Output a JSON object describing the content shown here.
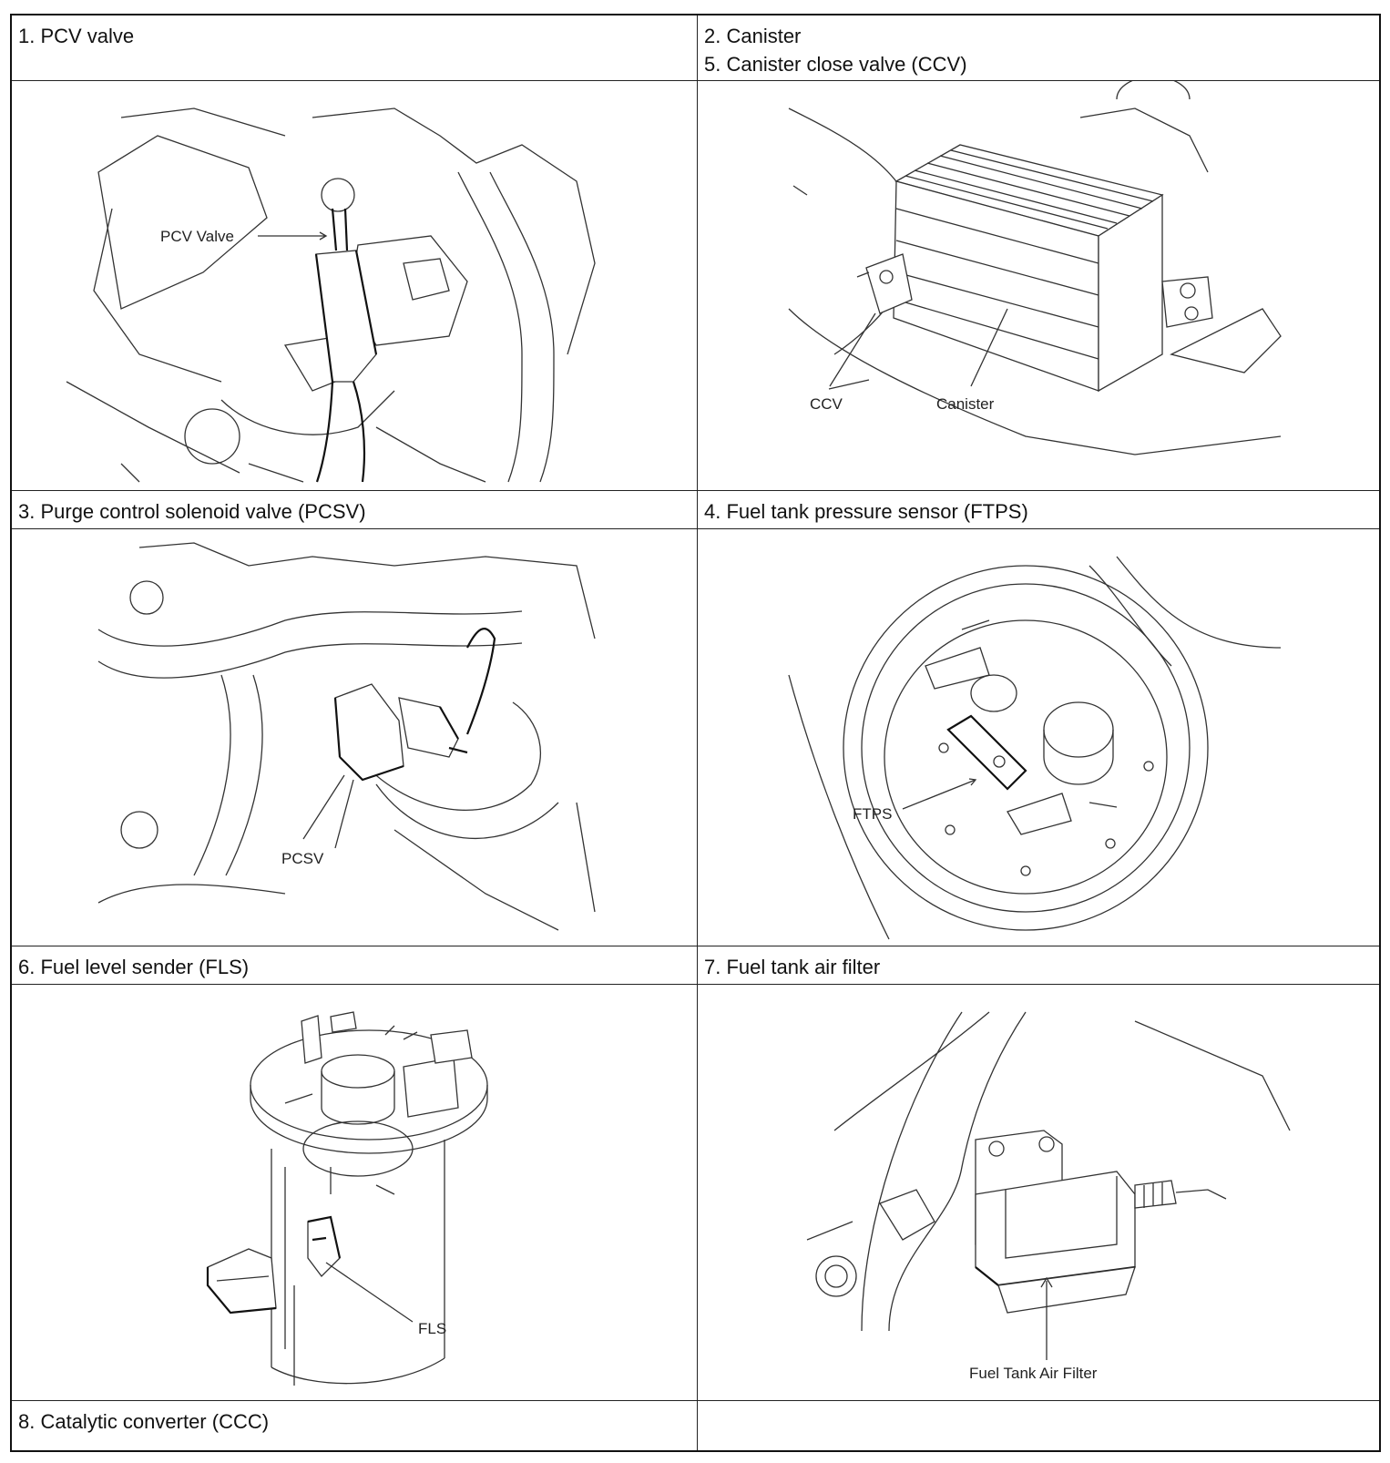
{
  "table": {
    "rows": [
      {
        "left": {
          "title_lines": [
            "1. PCV valve"
          ]
        },
        "right": {
          "title_lines": [
            "2. Canister",
            "5. Canister close valve (CCV)"
          ]
        }
      },
      {
        "left": {
          "title_lines": [
            "3. Purge control solenoid valve (PCSV)"
          ]
        },
        "right": {
          "title_lines": [
            "4. Fuel tank pressure sensor (FTPS)"
          ]
        }
      },
      {
        "left": {
          "title_lines": [
            "6. Fuel level sender (FLS)"
          ]
        },
        "right": {
          "title_lines": [
            "7. Fuel tank air filter"
          ]
        }
      },
      {
        "left": {
          "title_lines": [
            "8. Catalytic converter (CCC)"
          ]
        },
        "right": {
          "title_lines": []
        }
      }
    ]
  },
  "figures": {
    "pcv": {
      "callout": "PCV Valve"
    },
    "canister": {
      "callout_ccv": "CCV",
      "callout_canister": "Canister"
    },
    "pcsv": {
      "callout": "PCSV"
    },
    "ftps": {
      "callout": "FTPS"
    },
    "fls": {
      "callout": "FLS"
    },
    "air_filter": {
      "callout": "Fuel Tank Air Filter"
    }
  }
}
